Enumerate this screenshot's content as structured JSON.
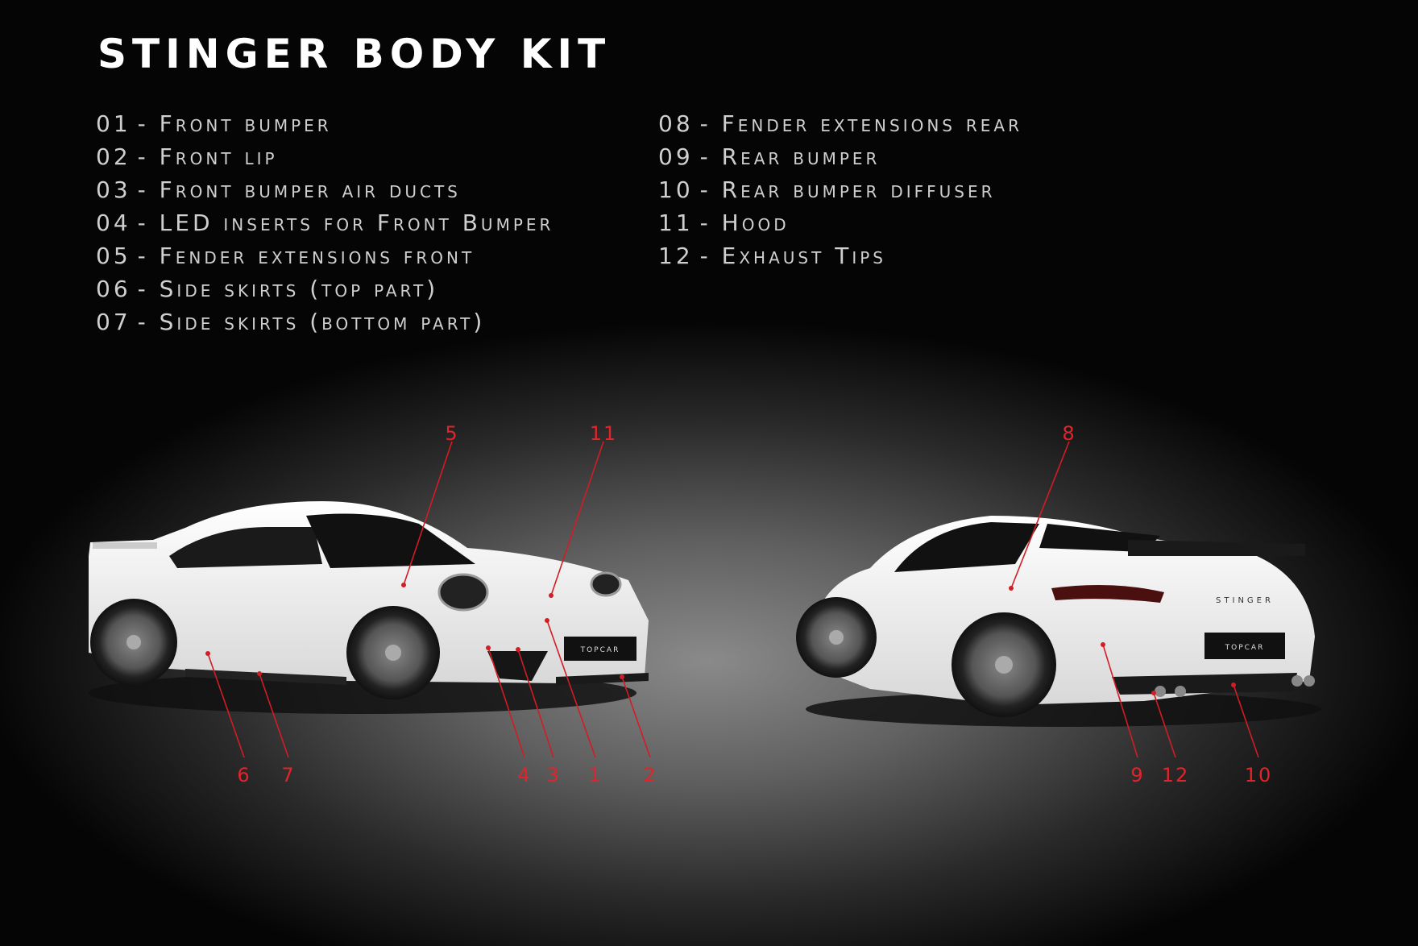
{
  "title": "STINGER BODY KIT",
  "parts_left": [
    {
      "num": "01",
      "label": "Front bumper"
    },
    {
      "num": "02",
      "label": "Front lip"
    },
    {
      "num": "03",
      "label": "Front bumper air ducts"
    },
    {
      "num": "04",
      "label": "LED inserts for Front Bumper"
    },
    {
      "num": "05",
      "label": "Fender extensions front"
    },
    {
      "num": "06",
      "label": "Side skirts (top part)"
    },
    {
      "num": "07",
      "label": "Side skirts (bottom part)"
    }
  ],
  "parts_right": [
    {
      "num": "08",
      "label": "Fender extensions rear"
    },
    {
      "num": "09",
      "label": "Rear bumper"
    },
    {
      "num": "10",
      "label": "Rear bumper diffuser"
    },
    {
      "num": "11",
      "label": "Hood"
    },
    {
      "num": "12",
      "label": "Exhaust Tips"
    }
  ],
  "callouts": {
    "c5": "5",
    "c11": "11",
    "c8": "8",
    "c6": "6",
    "c7": "7",
    "c4": "4",
    "c3": "3",
    "c1": "1",
    "c2": "2",
    "c9": "9",
    "c12": "12",
    "c10": "10"
  },
  "logos": {
    "plate": "TOPCAR",
    "rear_badge": "STINGER"
  },
  "colors": {
    "callout": "#e2242a",
    "text": "#cfcfcf"
  }
}
